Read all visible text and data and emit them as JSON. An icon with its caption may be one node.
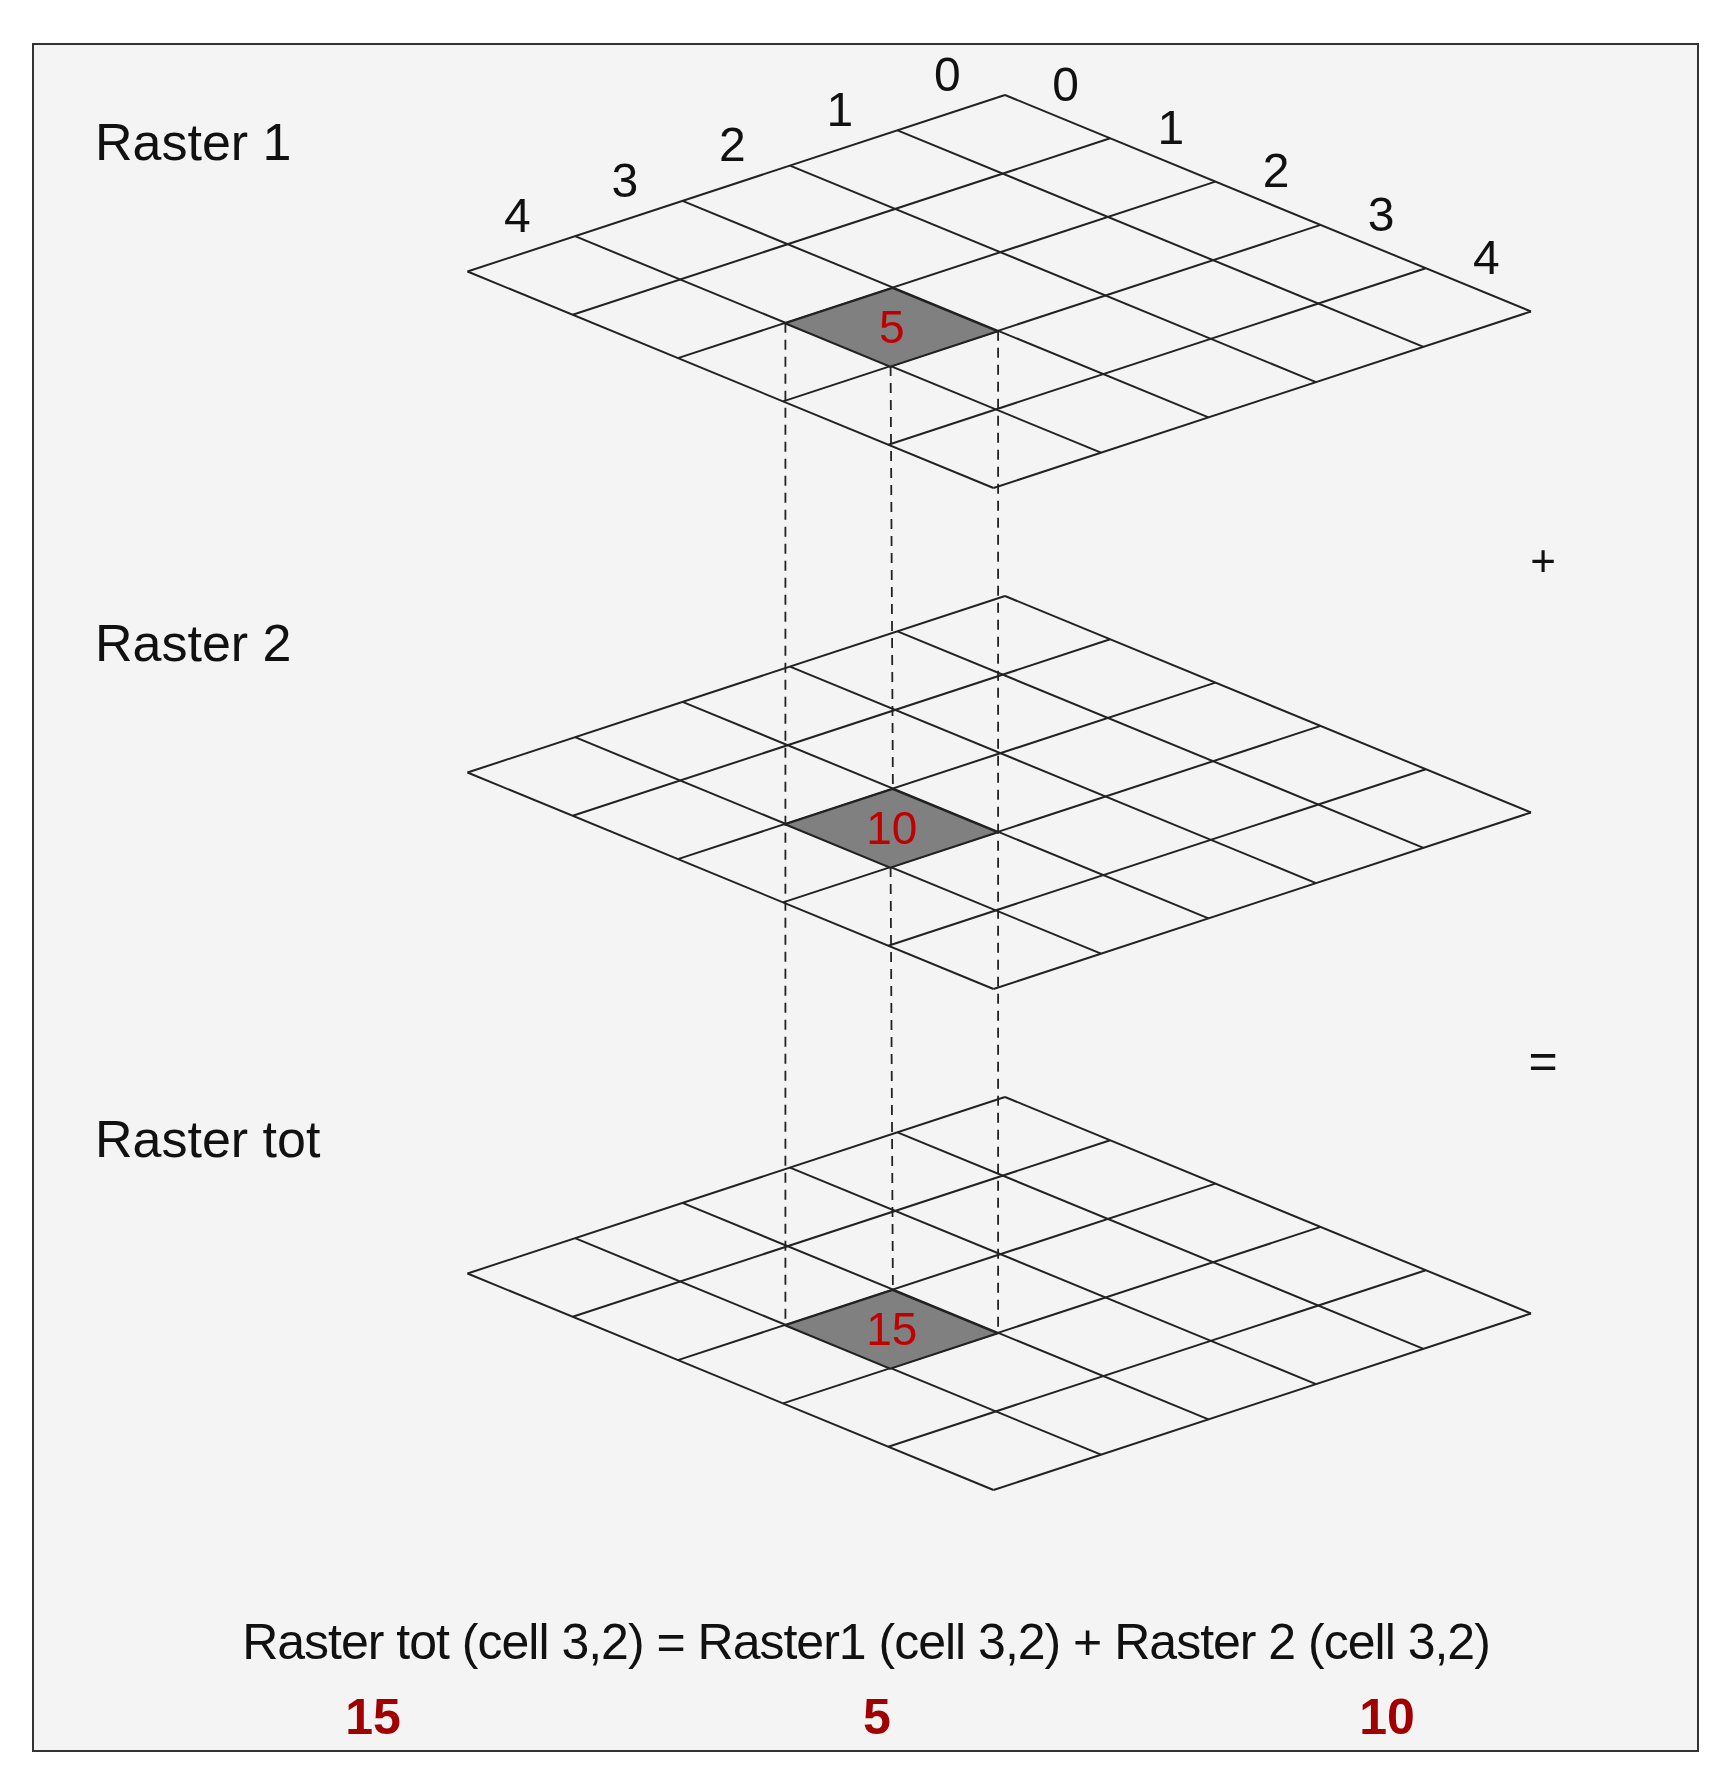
{
  "diagram": {
    "nodes": [
      {
        "text": [
          "5"
        ]
      },
      {
        "text": [
          "10"
        ]
      },
      {
        "text": [
          "15"
        ]
      }
    ],
    "labels": [
      "Raster 1",
      "4",
      "3",
      "2",
      "1",
      "0",
      "0",
      "1",
      "2",
      "3",
      "4",
      "+",
      "Raster 2",
      "=",
      "Raster tot",
      "Raster tot (cell 3,2) = Raster1 (cell 3,2) + Raster 2 (cell 3,2)",
      "15",
      "5",
      "10"
    ]
  }
}
